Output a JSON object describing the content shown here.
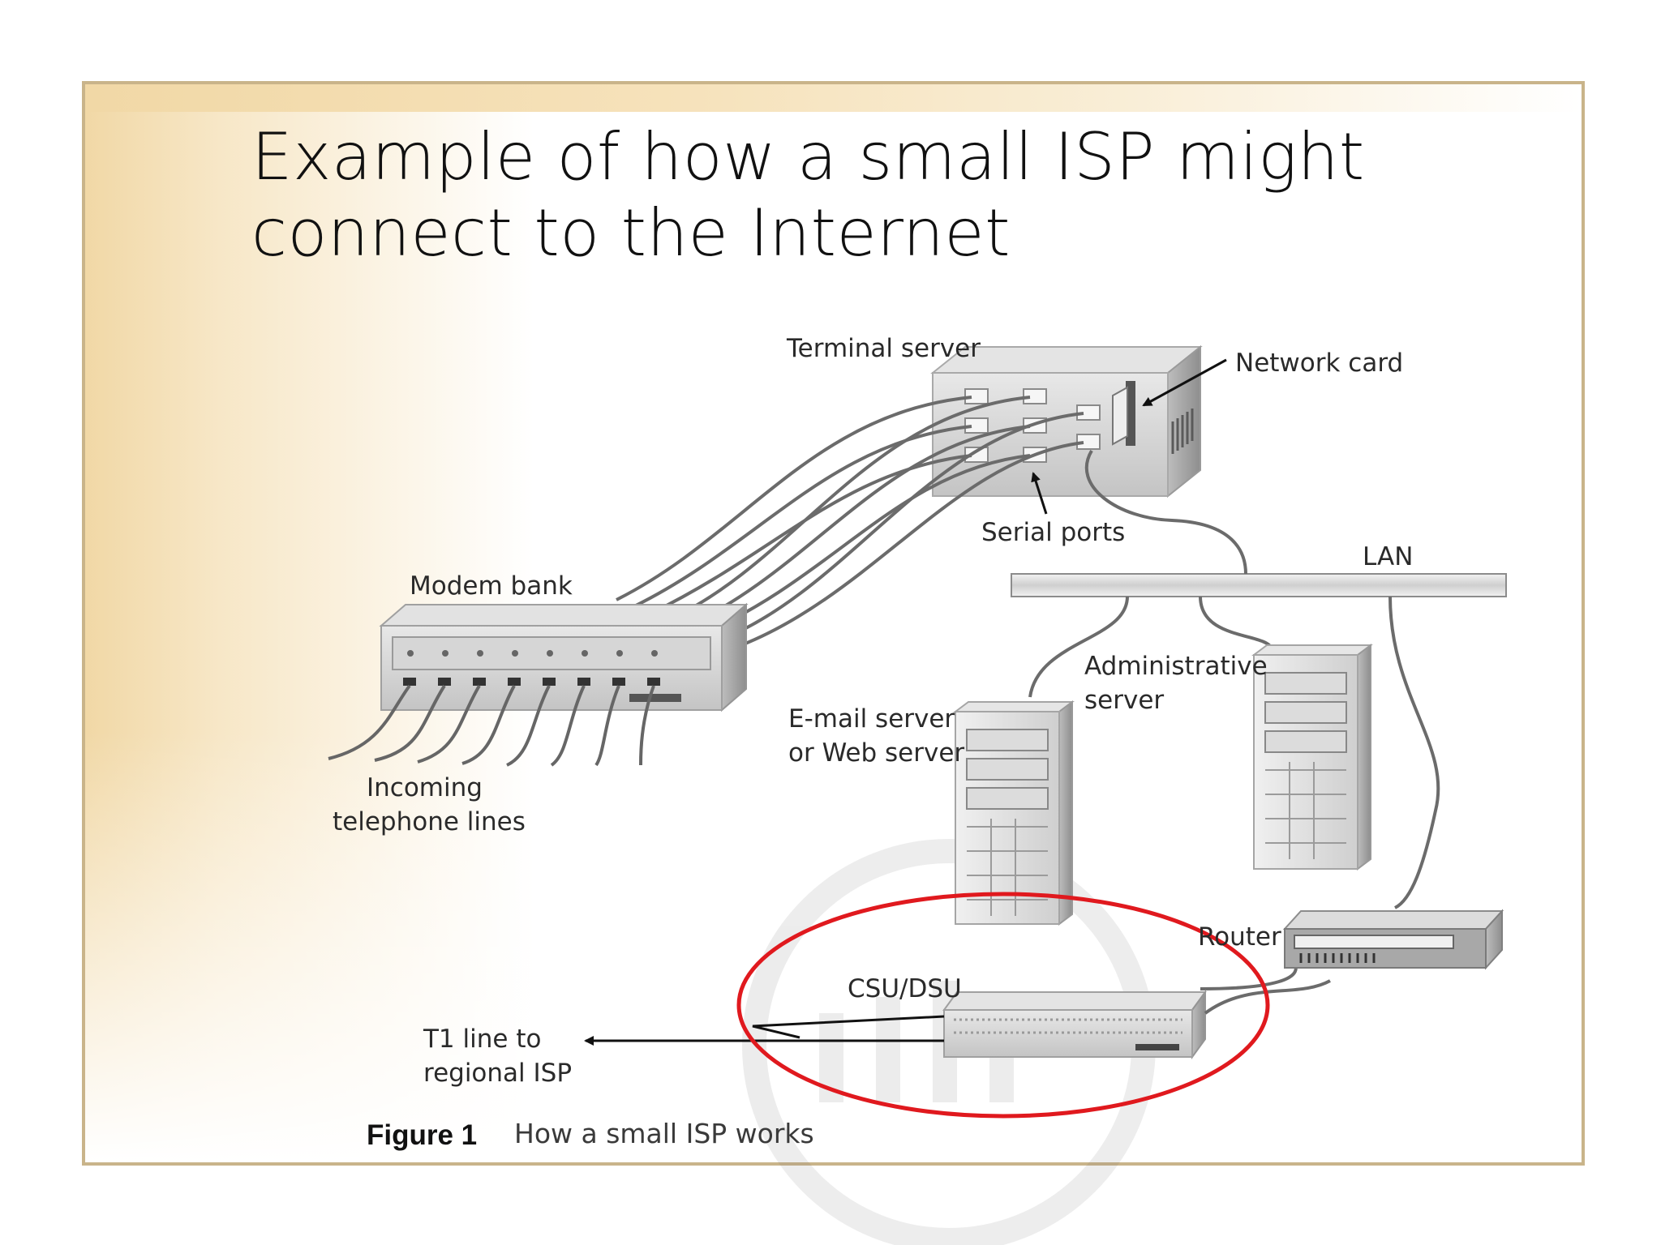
{
  "slide": {
    "title_line1": "Example of how a small ISP might",
    "title_line2": "connect to the Internet"
  },
  "diagram": {
    "labels": {
      "terminal_server": "Terminal server",
      "network_card": "Network card",
      "serial_ports": "Serial ports",
      "lan": "LAN",
      "modem_bank": "Modem bank",
      "administrative_server_line1": "Administrative",
      "administrative_server_line2": "server",
      "email_server_line1": "E-mail server",
      "email_server_line2": "or Web server",
      "incoming_lines_line1": "Incoming",
      "incoming_lines_line2": "telephone lines",
      "router": "Router",
      "csu_dsu": "CSU/DSU",
      "t1_line_line1": "T1 line to",
      "t1_line_line2": "regional ISP"
    },
    "highlight_color": "#e0191e"
  },
  "figure": {
    "number": "Figure 1",
    "caption": "How a small ISP works"
  },
  "colors": {
    "frame_border": "#c9b48a",
    "gradient_accent": "#f1d8a6"
  }
}
